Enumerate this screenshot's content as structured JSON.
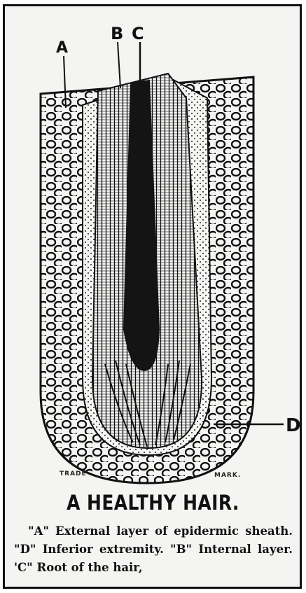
{
  "labels": {
    "a": "A",
    "b": "B",
    "c": "C",
    "d": "D"
  },
  "trademark": {
    "left": "TRADE",
    "right": "MARK."
  },
  "title": "A HEALTHY HAIR.",
  "caption": "\"A\" External layer of epidermic sheath. \"D\" Inferior extremity. \"B\" Internal layer. 'C\" Root of the hair,",
  "colors": {
    "ink": "#111111",
    "paper": "#f4f4f2"
  }
}
